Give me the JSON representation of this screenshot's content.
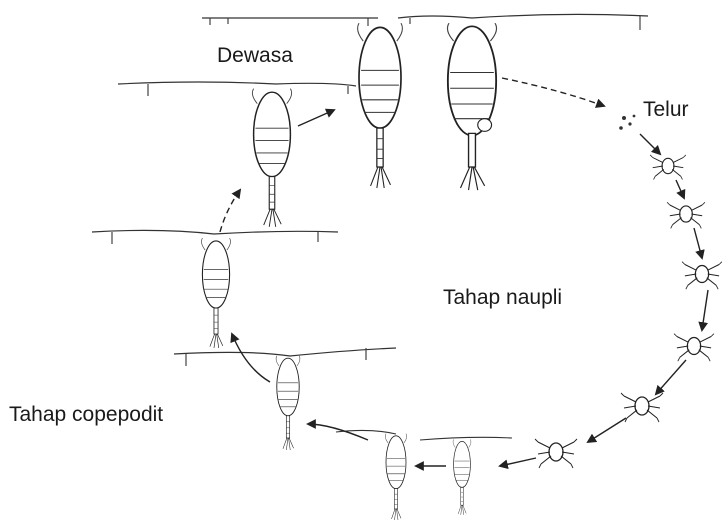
{
  "labels": {
    "adult": "Dewasa",
    "egg": "Telur",
    "nauplius": "Tahap naupli",
    "copepodid": "Tahap copepodit"
  },
  "colors": {
    "ink": "#222222",
    "background": "#ffffff"
  }
}
